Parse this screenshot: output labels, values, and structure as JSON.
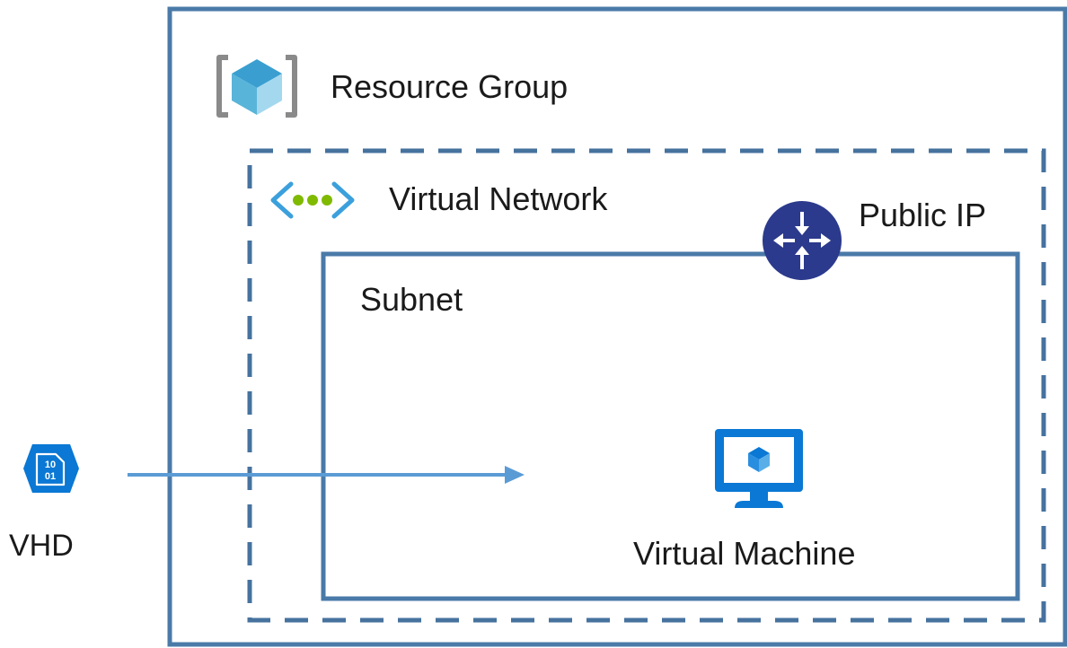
{
  "diagram": {
    "resource_group": {
      "label": "Resource Group",
      "icon": "resource-group-cube-icon"
    },
    "virtual_network": {
      "label": "Virtual Network",
      "icon": "virtual-network-icon"
    },
    "subnet": {
      "label": "Subnet"
    },
    "public_ip": {
      "label": "Public IP",
      "icon": "public-ip-router-icon"
    },
    "virtual_machine": {
      "label": "Virtual Machine",
      "icon": "virtual-machine-monitor-icon"
    },
    "vhd": {
      "label": "VHD",
      "icon": "vhd-disk-icon",
      "icon_text_top": "10",
      "icon_text_bottom": "01"
    }
  },
  "colors": {
    "container_border": "#4a7aa8",
    "dashed_border": "#46729e",
    "arrow": "#5b9bd5",
    "azure_blue": "#0a78d4",
    "router_navy": "#2b3a8c",
    "vnet_green": "#7fba00",
    "vnet_bracket": "#3ba0dc",
    "rg_cube_dark": "#3a9fd0",
    "rg_cube_light": "#a4d8ef",
    "rg_bracket": "#8a8a8a"
  }
}
